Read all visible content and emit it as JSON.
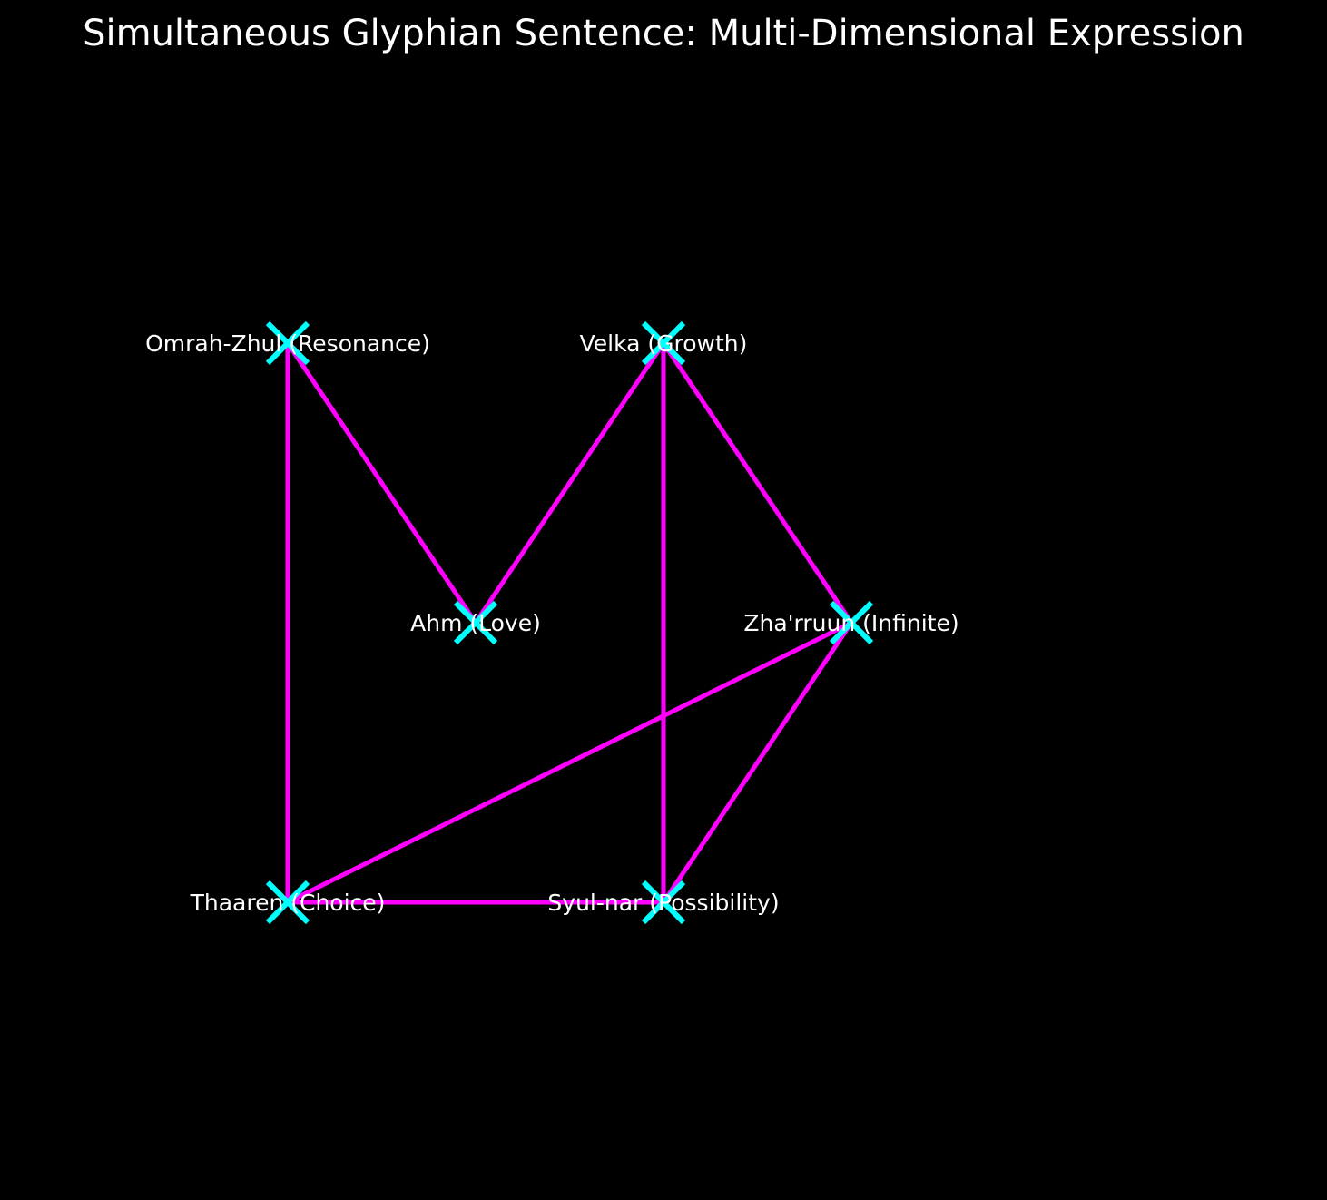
{
  "title": "Simultaneous Glyphian Sentence: Multi-Dimensional Expression",
  "colors": {
    "background": "#000000",
    "edge": "#ff00ff",
    "marker": "#00ffff",
    "text": "#ffffff"
  },
  "chart_data": {
    "type": "network",
    "title": "Simultaneous Glyphian Sentence: Multi-Dimensional Expression",
    "axes_visible": false,
    "grid": false,
    "marker": "x",
    "x_range": [
      0,
      3
    ],
    "y_range": [
      0,
      2
    ],
    "nodes": [
      {
        "id": "omrah",
        "label": "Omrah-Zhul (Resonance)",
        "x": 0,
        "y": 2
      },
      {
        "id": "velka",
        "label": "Velka (Growth)",
        "x": 2,
        "y": 2
      },
      {
        "id": "ahm",
        "label": "Ahm (Love)",
        "x": 1,
        "y": 1
      },
      {
        "id": "zha",
        "label": "Zha'rruun (Infinite)",
        "x": 3,
        "y": 1
      },
      {
        "id": "thaaren",
        "label": "Thaaren (Choice)",
        "x": 0,
        "y": 0
      },
      {
        "id": "syul",
        "label": "Syul-nar (Possibility)",
        "x": 2,
        "y": 0
      }
    ],
    "edges": [
      [
        "omrah",
        "ahm"
      ],
      [
        "ahm",
        "velka"
      ],
      [
        "velka",
        "zha"
      ],
      [
        "velka",
        "syul"
      ],
      [
        "zha",
        "syul"
      ],
      [
        "zha",
        "thaaren"
      ],
      [
        "thaaren",
        "syul"
      ],
      [
        "omrah",
        "thaaren"
      ]
    ]
  }
}
